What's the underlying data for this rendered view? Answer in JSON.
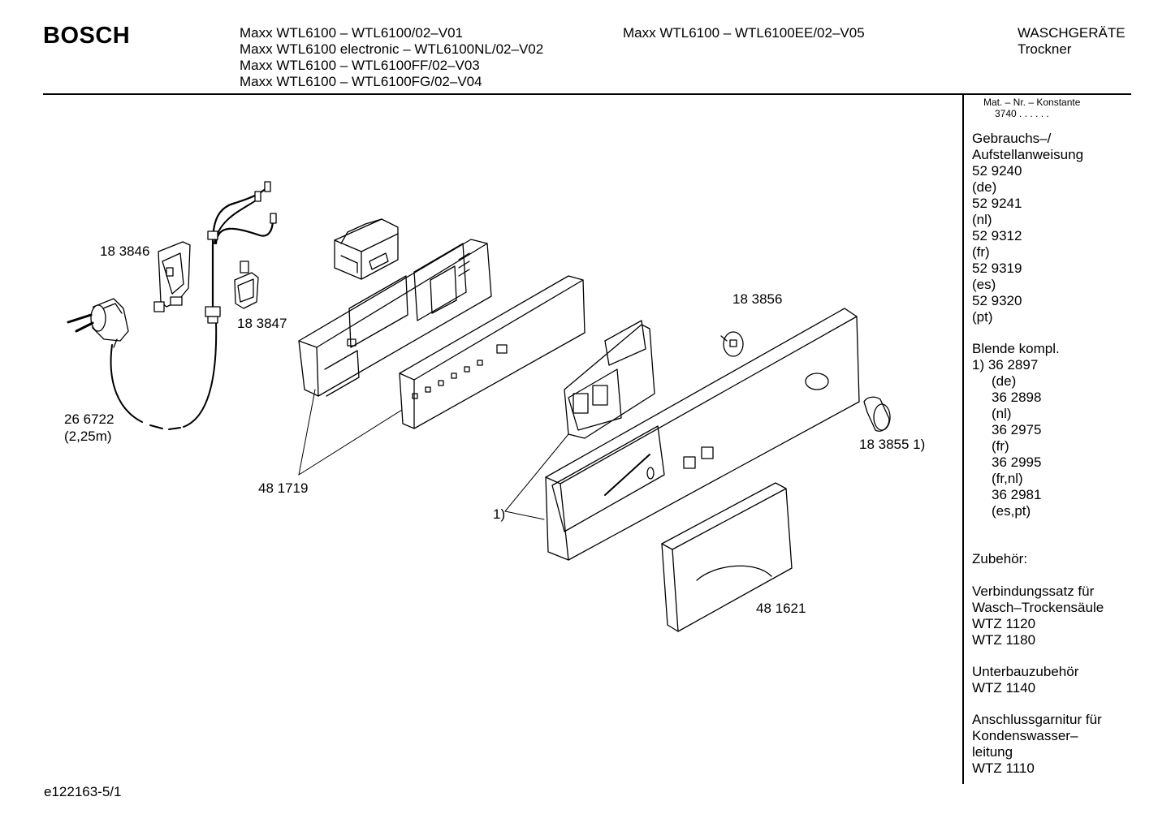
{
  "header": {
    "brand": "BOSCH",
    "models_col1": [
      "Maxx WTL6100 –  WTL6100/02–V01",
      "Maxx WTL6100 electronic – WTL6100NL/02–V02",
      "Maxx WTL6100 – WTL6100FF/02–V03",
      "Maxx WTL6100 – WTL6100FG/02–V04"
    ],
    "models_col2": [
      "Maxx WTL6100 – WTL6100EE/02–V05"
    ],
    "category_line1": "WASCHGERÄTE",
    "category_line2": "Trockner"
  },
  "sidebar": {
    "matnr_label": "Mat. – Nr. – Konstante",
    "matnr_value": "3740  .   .    .  .  .  .",
    "manual_title_1": "Gebrauchs–/",
    "manual_title_2": "Aufstellanweisung",
    "manuals": [
      "52 9240",
      "(de)",
      "52 9241",
      "(nl)",
      "52 9312",
      "(fr)",
      "52 9319",
      "(es)",
      "52 9320",
      "(pt)"
    ],
    "blende_title": "Blende kompl.",
    "blende_first": "1) 36 2897",
    "blende_items": [
      "(de)",
      "36 2898",
      "(nl)",
      "36 2975",
      "(fr)",
      "36 2995",
      "(fr,nl)",
      "36 2981",
      "(es,pt)"
    ],
    "zubehoer_title": "Zubehör:",
    "acc1": [
      "Verbindungssatz für",
      "Wasch–Trockensäule",
      "WTZ 1120",
      "WTZ 1180"
    ],
    "acc2": [
      "Unterbauzubehör",
      "WTZ 1140"
    ],
    "acc3": [
      "Anschlussgarnitur für",
      "Kondenswasser–",
      "leitung",
      "WTZ 1110"
    ]
  },
  "parts": {
    "p183846": "18 3846",
    "p183847": "18 3847",
    "p266722": "26 6722",
    "p266722_len": "(2,25m)",
    "p481719": "48 1719",
    "p183856": "18 3856",
    "p183855": "18 3855 1)",
    "p481621": "48 1621",
    "ref1": "1)"
  },
  "footer": {
    "drawing_id": "e122163-5/1"
  }
}
